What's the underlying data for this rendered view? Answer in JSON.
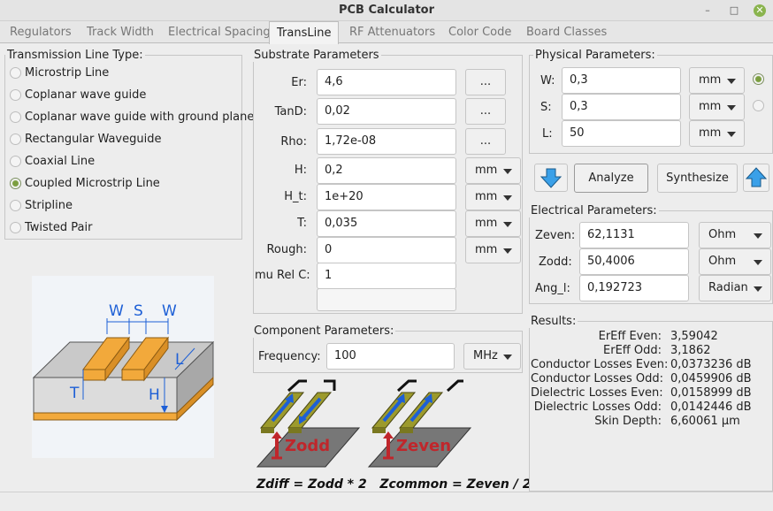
{
  "window": {
    "title": "PCB Calculator"
  },
  "tabs": [
    "Regulators",
    "Track Width",
    "Electrical Spacing",
    "TransLine",
    "RF Attenuators",
    "Color Code",
    "Board Classes"
  ],
  "line_types": {
    "title": "Transmission Line Type:",
    "items": [
      "Microstrip Line",
      "Coplanar wave guide",
      "Coplanar wave guide with ground plane",
      "Rectangular Waveguide",
      "Coaxial Line",
      "Coupled Microstrip Line",
      "Stripline",
      "Twisted Pair"
    ],
    "selected": "Coupled Microstrip Line"
  },
  "diagram": {
    "w1": "W",
    "s": "S",
    "w2": "W",
    "t": "T",
    "h": "H",
    "l": "L"
  },
  "substrate": {
    "title": "Substrate Parameters",
    "rows": [
      {
        "label": "Er:",
        "value": "4,6",
        "button": "..."
      },
      {
        "label": "TanD:",
        "value": "0,02",
        "button": "..."
      },
      {
        "label": "Rho:",
        "value": "1,72e-08",
        "button": "..."
      },
      {
        "label": "H:",
        "value": "0,2",
        "unit": "mm"
      },
      {
        "label": "H_t:",
        "value": "1e+20",
        "unit": "mm"
      },
      {
        "label": "T:",
        "value": "0,035",
        "unit": "mm"
      },
      {
        "label": "Rough:",
        "value": "0",
        "unit": "mm"
      },
      {
        "label": "mu Rel C:",
        "value": "1"
      }
    ]
  },
  "component": {
    "title": "Component Parameters:",
    "frequency_label": "Frequency:",
    "frequency_value": "100",
    "frequency_unit": "MHz"
  },
  "coupled_diagram": {
    "zodd": "Zodd",
    "zeven": "Zeven",
    "formula": "Zdiff = Zodd * 2   Zcommon = Zeven / 2"
  },
  "physical": {
    "title": "Physical Parameters:",
    "rows": [
      {
        "label": "W:",
        "value": "0,3",
        "unit": "mm"
      },
      {
        "label": "S:",
        "value": "0,3",
        "unit": "mm"
      },
      {
        "label": "L:",
        "value": "50",
        "unit": "mm"
      }
    ],
    "analyze_label": "Analyze",
    "synthesize_label": "Synthesize"
  },
  "electrical": {
    "title": "Electrical Parameters:",
    "rows": [
      {
        "label": "Zeven:",
        "value": "62,1131",
        "unit": "Ohm"
      },
      {
        "label": "Zodd:",
        "value": "50,4006",
        "unit": "Ohm"
      },
      {
        "label": "Ang_l:",
        "value": "0,192723",
        "unit": "Radian"
      }
    ]
  },
  "results": {
    "title": "Results:",
    "rows": [
      {
        "label": "ErEff Even:",
        "value": "3,59042"
      },
      {
        "label": "ErEff Odd:",
        "value": "3,1862"
      },
      {
        "label": "Conductor Losses Even:",
        "value": "0,0373236 dB"
      },
      {
        "label": "Conductor Losses Odd:",
        "value": "0,0459906 dB"
      },
      {
        "label": "Dielectric Losses Even:",
        "value": "0,0158999 dB"
      },
      {
        "label": "Dielectric Losses Odd:",
        "value": "0,0142446 dB"
      },
      {
        "label": "Skin Depth:",
        "value": "6,60061 µm"
      }
    ]
  },
  "colors": {
    "accent": "#7b9e3f",
    "copper": "#f2a93b",
    "substrate": "#c8c8c8",
    "arrow_blue": "#1d5fd6",
    "arrow_red": "#c0262b"
  }
}
